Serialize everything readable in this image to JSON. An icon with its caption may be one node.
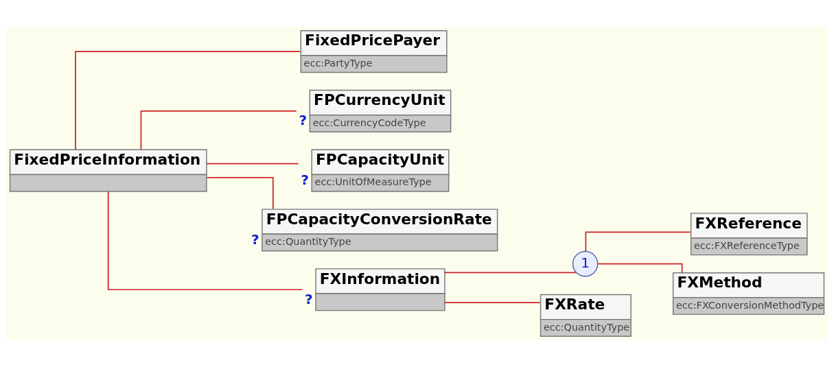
{
  "diagram": {
    "nodes": [
      {
        "text": [
          "FixedPriceInformation"
        ]
      },
      {
        "text": [
          "FixedPricePayer",
          "ecc:PartyType"
        ]
      },
      {
        "text": [
          "FPCurrencyUnit",
          "ecc:CurrencyCodeType"
        ],
        "beside": [
          "?"
        ]
      },
      {
        "text": [
          "FPCapacityUnit",
          "ecc:UnitOfMeasureType"
        ],
        "beside": [
          "?"
        ]
      },
      {
        "text": [
          "FPCapacityConversionRate",
          "ecc:QuantityType"
        ],
        "beside": [
          "?"
        ]
      },
      {
        "text": [
          "FXInformation"
        ],
        "beside": [
          "?"
        ]
      },
      {
        "text": [
          "1"
        ]
      },
      {
        "text": [
          "FXReference",
          "ecc:FXReferenceType"
        ]
      },
      {
        "text": [
          "FXMethod",
          "ecc:FXConversionMethodType"
        ]
      },
      {
        "text": [
          "FXRate",
          "ecc:QuantityType"
        ]
      }
    ],
    "edges": [
      {
        "from": 0,
        "to": 1,
        "arrow": "none"
      },
      {
        "from": 0,
        "to": 2,
        "arrow": "none"
      },
      {
        "from": 0,
        "to": 3,
        "arrow": "none"
      },
      {
        "from": 0,
        "to": 4,
        "arrow": "none"
      },
      {
        "from": 0,
        "to": 5,
        "arrow": "none"
      },
      {
        "from": 5,
        "to": 6,
        "arrow": "none"
      },
      {
        "from": 6,
        "to": 7,
        "arrow": "none"
      },
      {
        "from": 6,
        "to": 8,
        "arrow": "none"
      },
      {
        "from": 5,
        "to": 9,
        "arrow": "none"
      }
    ]
  }
}
